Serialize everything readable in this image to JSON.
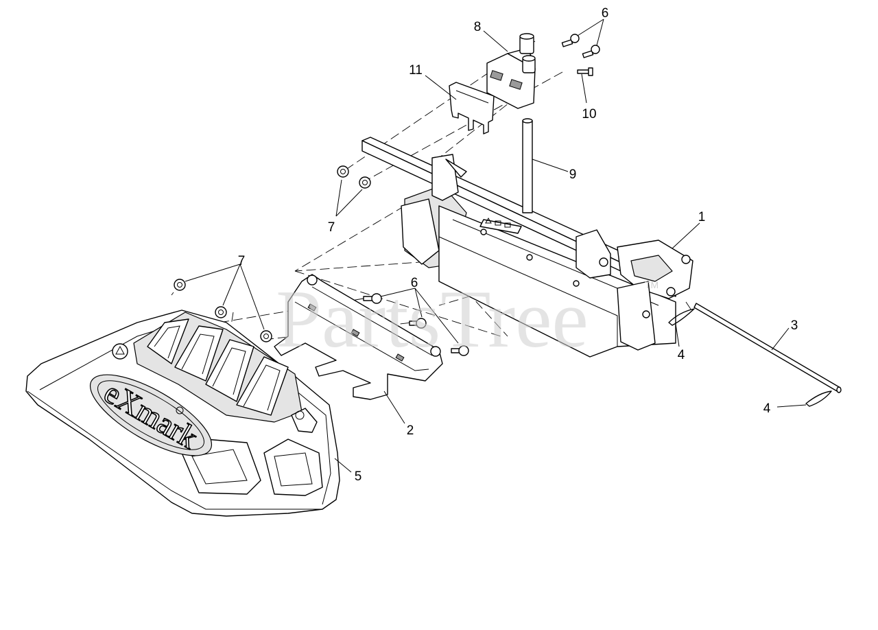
{
  "diagram": {
    "watermark": "PartsTree",
    "watermark_tm": "TM",
    "brand_emboss": "eXmark",
    "callouts": {
      "c1": "1",
      "c2": "2",
      "c3": "3",
      "c4a": "4",
      "c4b": "4",
      "c5": "5",
      "c6a": "6",
      "c6b": "6",
      "c7a": "7",
      "c7b": "7",
      "c8": "8",
      "c9": "9",
      "c10": "10",
      "c11": "11"
    }
  }
}
